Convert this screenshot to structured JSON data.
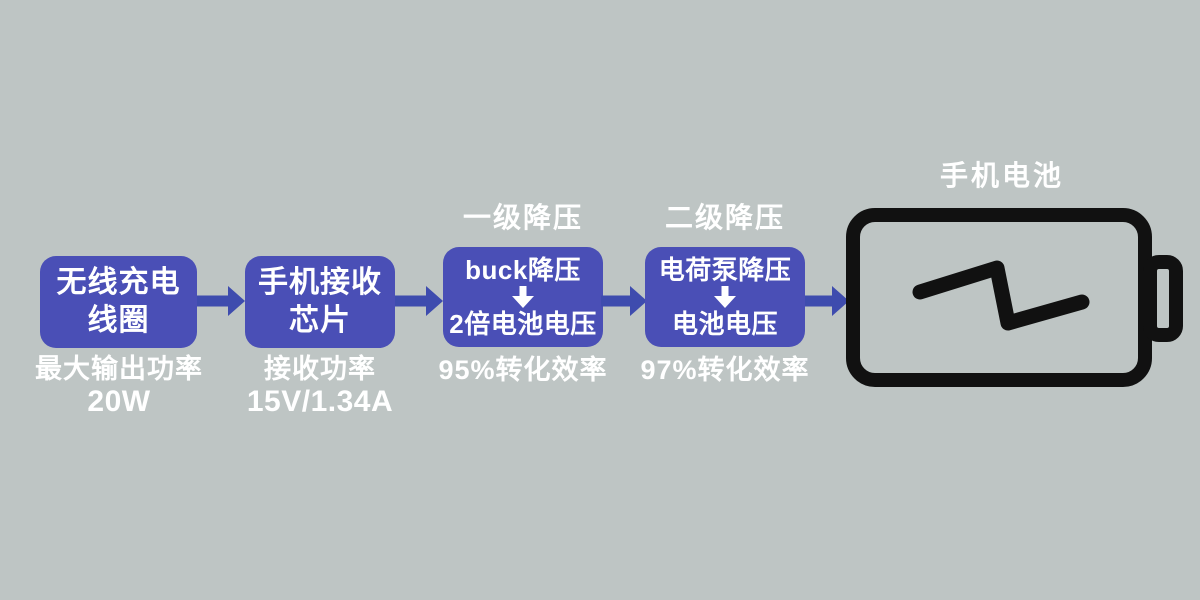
{
  "colors": {
    "background": "#bec5c4",
    "box_fill": "#4a4fb6",
    "arrow_fill": "#3e4cae",
    "text": "#ffffff",
    "battery_outline": "#111111"
  },
  "nodes": {
    "coil": {
      "line1": "无线充电",
      "line2": "线圈",
      "caption_label": "最大输出功率",
      "caption_value": "20W"
    },
    "chip": {
      "line1": "手机接收",
      "line2": "芯片",
      "caption_label": "接收功率",
      "caption_value": "15V/1.34A"
    },
    "buck": {
      "stage_title": "一级降压",
      "line1": "buck降压",
      "line2": "2倍电池电压",
      "caption": "95%转化效率"
    },
    "charge_pump": {
      "stage_title": "二级降压",
      "line1": "电荷泵降压",
      "line2": "电池电压",
      "caption": "97%转化效率"
    }
  },
  "battery": {
    "title": "手机电池",
    "icon": "battery-with-lightning-bolt"
  },
  "icons": {
    "flow_arrow": "right-arrow",
    "step_down": "down-arrow"
  }
}
